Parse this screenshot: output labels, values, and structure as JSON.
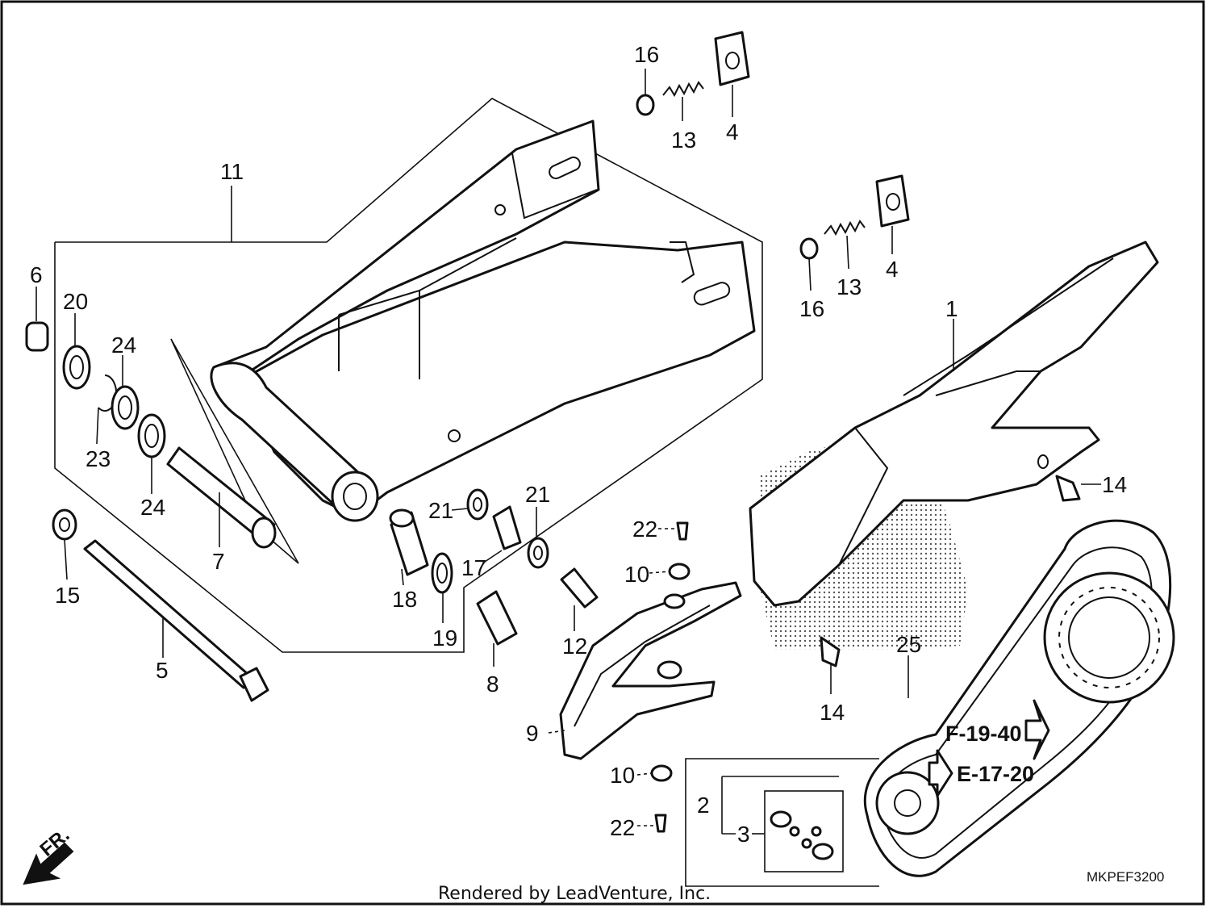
{
  "diagram": {
    "callouts": [
      "1",
      "2",
      "3",
      "4",
      "4",
      "5",
      "6",
      "7",
      "8",
      "9",
      "10",
      "10",
      "11",
      "12",
      "13",
      "13",
      "14",
      "14",
      "15",
      "16",
      "16",
      "17",
      "18",
      "19",
      "20",
      "21",
      "21",
      "22",
      "22",
      "23",
      "24",
      "24",
      "25"
    ],
    "cross_refs": [
      "F-19-40",
      "E-17-20"
    ],
    "direction_marker": "FR.",
    "diagram_code": "MKPEF3200",
    "credit": "Rendered by LeadVenture, Inc."
  }
}
